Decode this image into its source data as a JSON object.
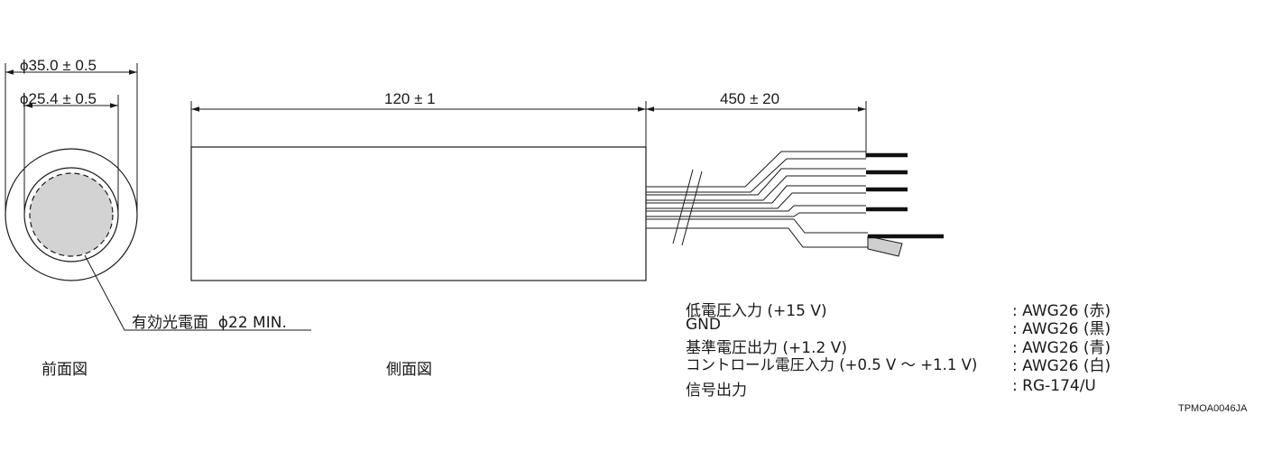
{
  "front_view": {
    "outer_diameter": "ϕ35.0 ± 0.5",
    "inner_diameter": "ϕ25.4 ± 0.5",
    "effective_area": "有効光電面  ϕ22 MIN.",
    "caption": "前面図"
  },
  "side_view": {
    "body_length": "120 ± 1",
    "lead_length": "450 ± 20",
    "caption": "側面図"
  },
  "wiring": [
    {
      "signal": "低電圧入力 (+15 V)",
      "spec": ": AWG26 (赤)"
    },
    {
      "signal": "GND",
      "spec": ": AWG26 (黒)"
    },
    {
      "signal": "基準電圧出力 (+1.2 V)",
      "spec": ": AWG26 (青)"
    },
    {
      "signal": "コントロール電圧入力 (+0.5 V 〜 +1.1 V)",
      "spec": ": AWG26 (白)"
    },
    {
      "signal": "信号出力",
      "spec": ": RG-174/U"
    }
  ],
  "drawing_code": "TPMOA0046JA",
  "colors": {
    "line": "#1a1a1a",
    "photocathode": "#d3d3d3",
    "coax_sheath": "#cfcfcf"
  }
}
